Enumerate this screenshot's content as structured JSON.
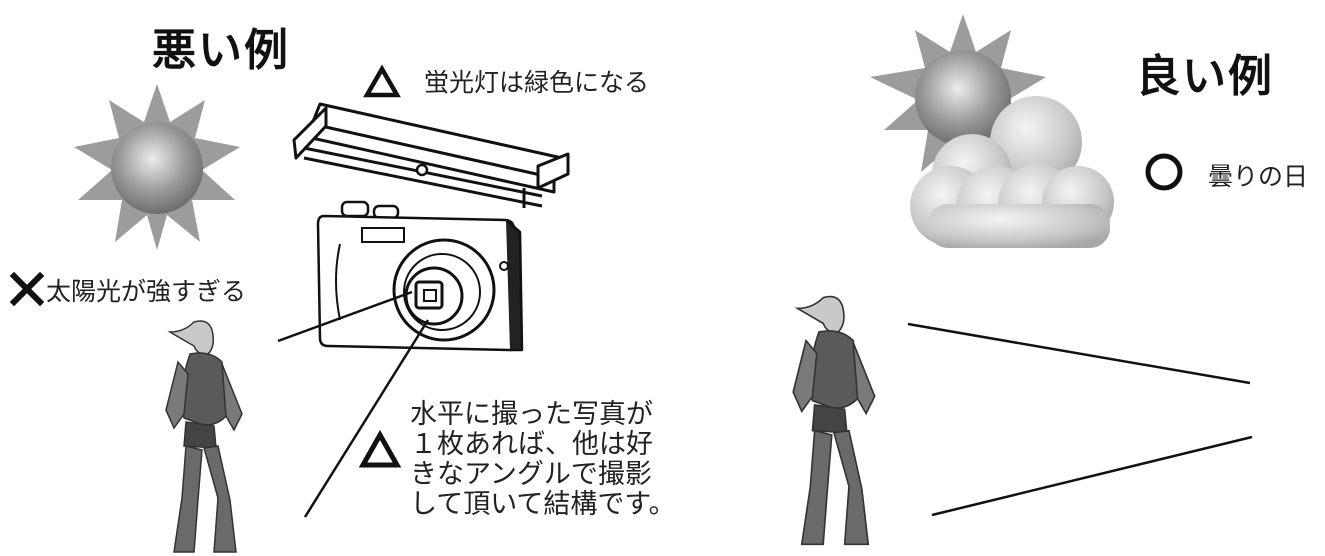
{
  "bad": {
    "title": "悪い例",
    "fluorescent_label": "蛍光灯は緑色になる",
    "sunlight_label": "太陽光が強すぎる",
    "angle_note": [
      "水平に撮った写真が",
      "１枚あれば、他は好",
      "きなアングルで撮影",
      "して頂いて結構です。"
    ]
  },
  "good": {
    "title": "良い例",
    "cloudy_label": "曇りの日"
  },
  "marks": {
    "triangle": "triangle-mark-icon",
    "cross": "cross-mark-icon",
    "circle": "circle-mark-icon"
  }
}
